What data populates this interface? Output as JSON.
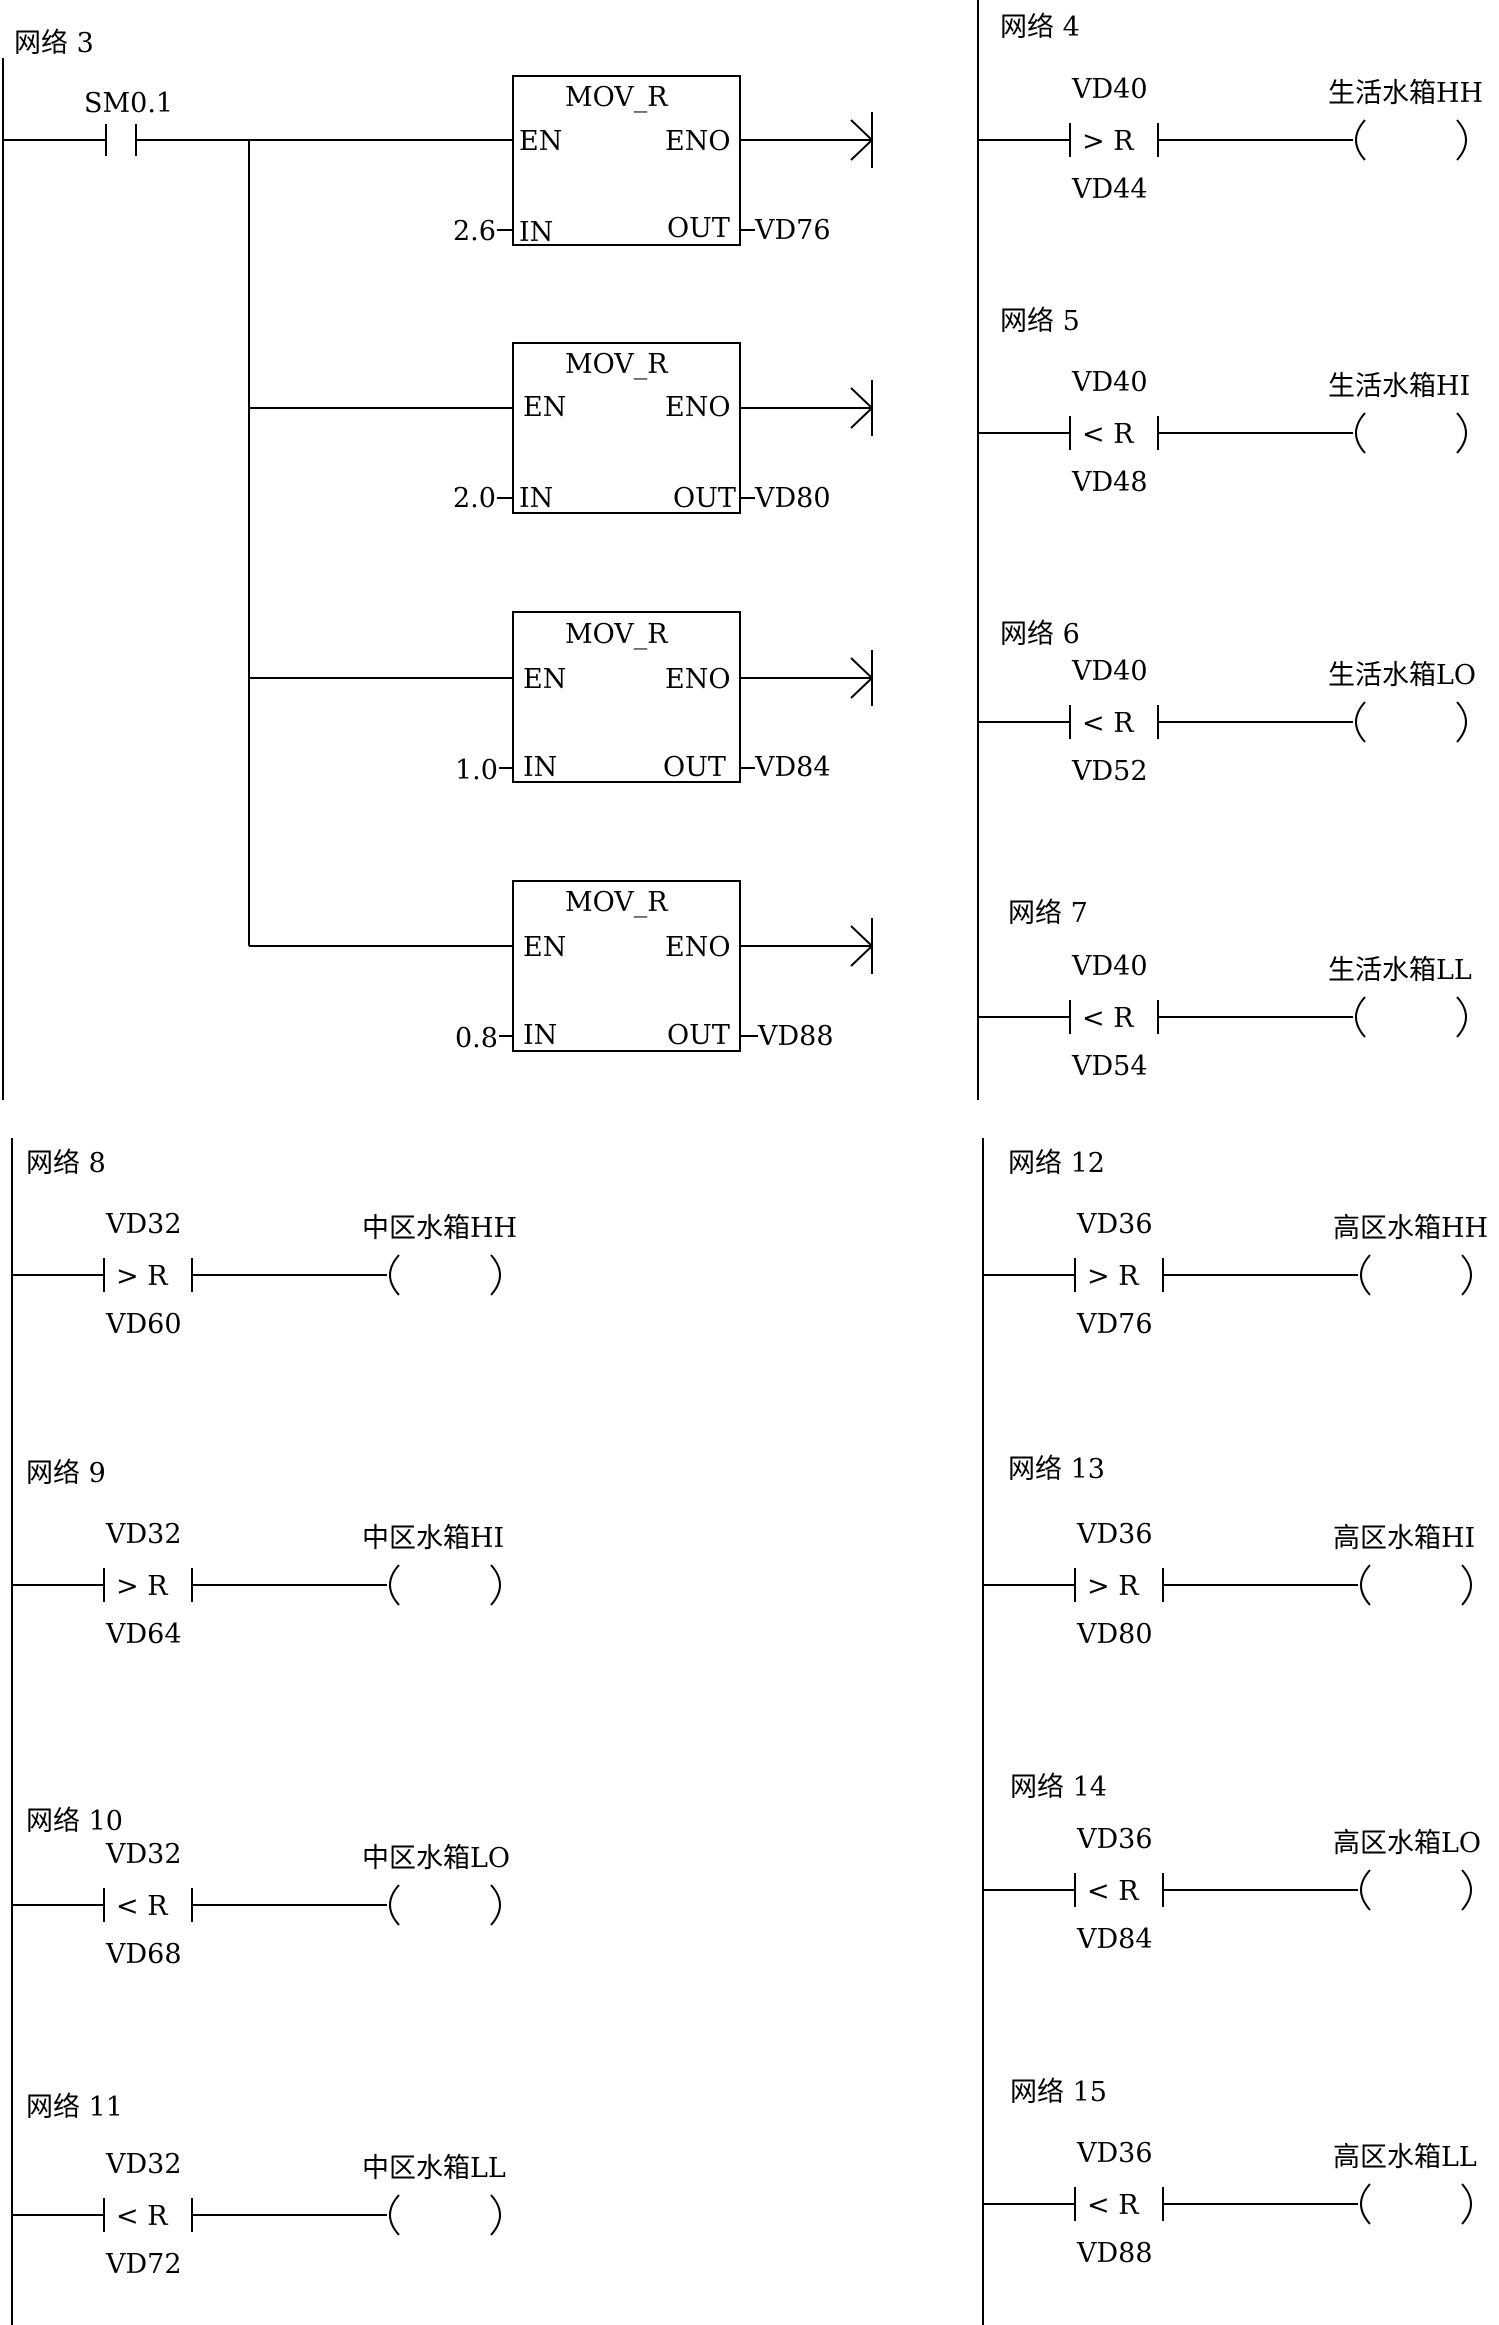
{
  "network3": {
    "label": "网络 3",
    "contact": "SM0.1",
    "blocks": [
      {
        "title": "MOV_R",
        "en": "EN",
        "eno": "ENO",
        "in_pin": "IN",
        "out_pin": "OUT",
        "in_val": "2.6",
        "out_val": "VD76"
      },
      {
        "title": "MOV_R",
        "en": "EN",
        "eno": "ENO",
        "in_pin": "IN",
        "out_pin": "OUT",
        "in_val": "2.0",
        "out_val": "VD80"
      },
      {
        "title": "MOV_R",
        "en": "EN",
        "eno": "ENO",
        "in_pin": "IN",
        "out_pin": "OUT",
        "in_val": "1.0",
        "out_val": "VD84"
      },
      {
        "title": "MOV_R",
        "en": "EN",
        "eno": "ENO",
        "in_pin": "IN",
        "out_pin": "OUT",
        "in_val": "0.8",
        "out_val": "VD88"
      }
    ]
  },
  "rungs": [
    {
      "label": "网络 4",
      "top": "VD40",
      "op": "> R",
      "bottom": "VD44",
      "coil": "生活水箱HH"
    },
    {
      "label": "网络 5",
      "top": "VD40",
      "op": "< R",
      "bottom": "VD48",
      "coil": "生活水箱HI"
    },
    {
      "label": "网络 6",
      "top": "VD40",
      "op": "< R",
      "bottom": "VD52",
      "coil": "生活水箱LO"
    },
    {
      "label": "网络 7",
      "top": "VD40",
      "op": "< R",
      "bottom": "VD54",
      "coil": "生活水箱LL"
    },
    {
      "label": "网络 8",
      "top": "VD32",
      "op": "> R",
      "bottom": "VD60",
      "coil": "中区水箱HH"
    },
    {
      "label": "网络 9",
      "top": "VD32",
      "op": "> R",
      "bottom": "VD64",
      "coil": "中区水箱HI"
    },
    {
      "label": "网络 10",
      "top": "VD32",
      "op": "< R",
      "bottom": "VD68",
      "coil": "中区水箱LO"
    },
    {
      "label": "网络 11",
      "top": "VD32",
      "op": "< R",
      "bottom": "VD72",
      "coil": "中区水箱LL"
    },
    {
      "label": "网络 12",
      "top": "VD36",
      "op": "> R",
      "bottom": "VD76",
      "coil": "高区水箱HH"
    },
    {
      "label": "网络 13",
      "top": "VD36",
      "op": "> R",
      "bottom": "VD80",
      "coil": "高区水箱HI"
    },
    {
      "label": "网络 14",
      "top": "VD36",
      "op": "< R",
      "bottom": "VD84",
      "coil": "高区水箱LO"
    },
    {
      "label": "网络 15",
      "top": "VD36",
      "op": "< R",
      "bottom": "VD88",
      "coil": "高区水箱LL"
    }
  ]
}
